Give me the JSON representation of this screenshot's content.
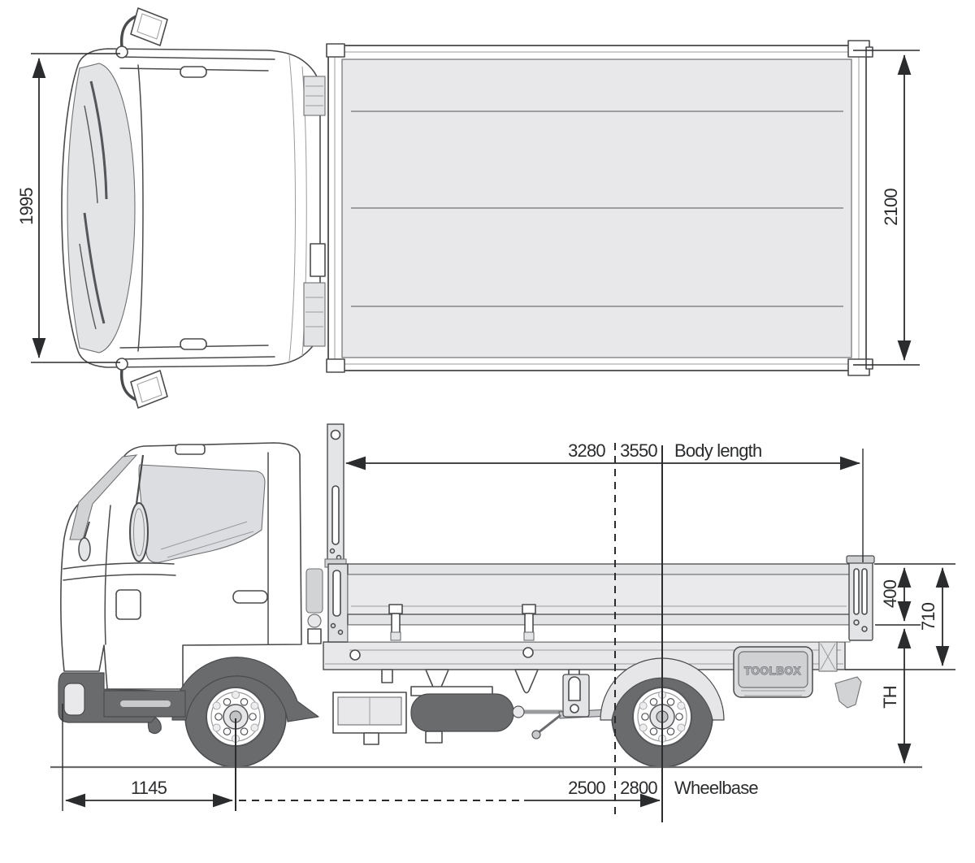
{
  "diagram": {
    "type": "truck-dimension-blueprint",
    "dimensions": {
      "cab_width": "1995",
      "body_width": "2100",
      "body_length_a": "3280",
      "body_length_b": "3550",
      "body_length_label": "Body length",
      "board_height": "400",
      "board_to_frame": "710",
      "tray_height_label": "TH",
      "front_overhang": "1145",
      "wheelbase_a": "2500",
      "wheelbase_b": "2800",
      "wheelbase_label": "Wheelbase"
    },
    "markings": {
      "toolbox": "TOOLBOX"
    },
    "colors": {
      "line": "#4a4b4d",
      "dimension": "#2b2c2e",
      "panel_light": "#e8e8ea",
      "glass": "#dcdde0",
      "dark_gray": "#6a6b6d",
      "mid_gray": "#d2d3d5"
    }
  }
}
